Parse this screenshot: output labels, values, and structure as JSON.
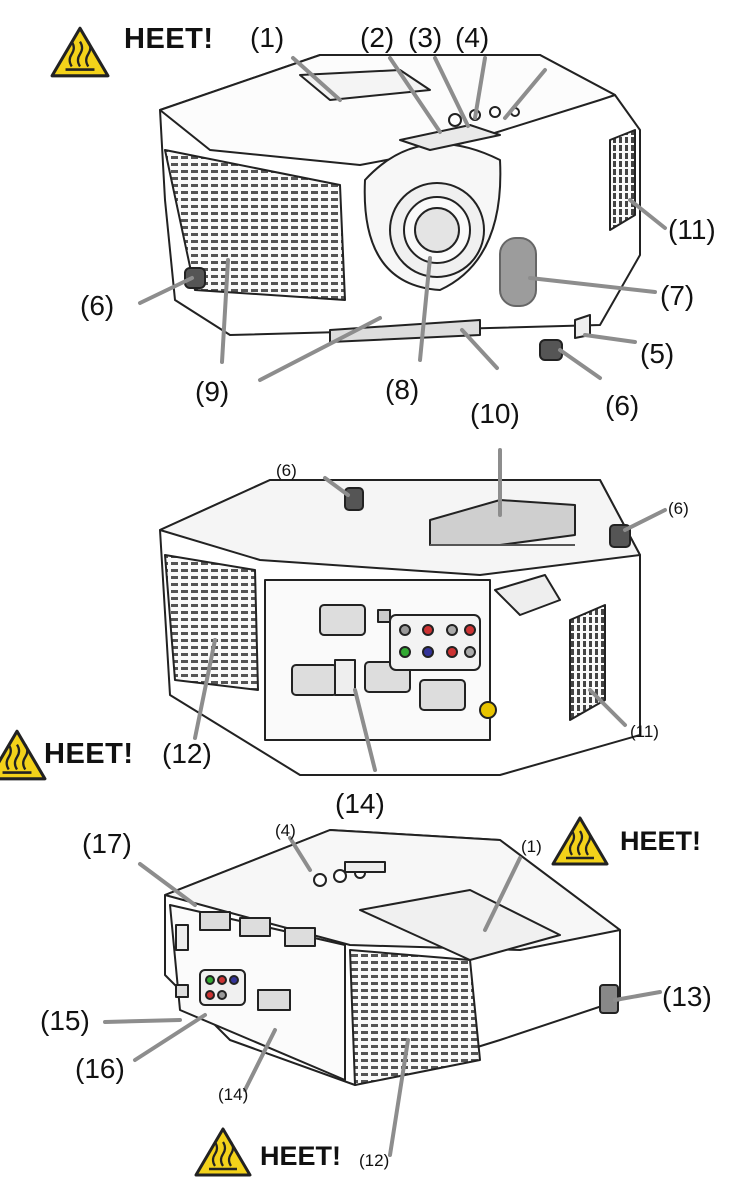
{
  "warning_text": "HEET!",
  "warning_icon": "hot-surface-warning-icon",
  "colors": {
    "warning_fill": "#f3d21a",
    "line": "#888888",
    "outline": "#222222"
  },
  "labels": {
    "n1": "(1)",
    "n2": "(2)",
    "n3": "(3)",
    "n4": "(4)",
    "n5": "(5)",
    "n6": "(6)",
    "n7": "(7)",
    "n8": "(8)",
    "n9": "(9)",
    "n10": "(10)",
    "n11": "(11)",
    "n12": "(12)",
    "n13": "(13)",
    "n14": "(14)",
    "n15": "(15)",
    "n16": "(16)",
    "n17": "(17)"
  }
}
